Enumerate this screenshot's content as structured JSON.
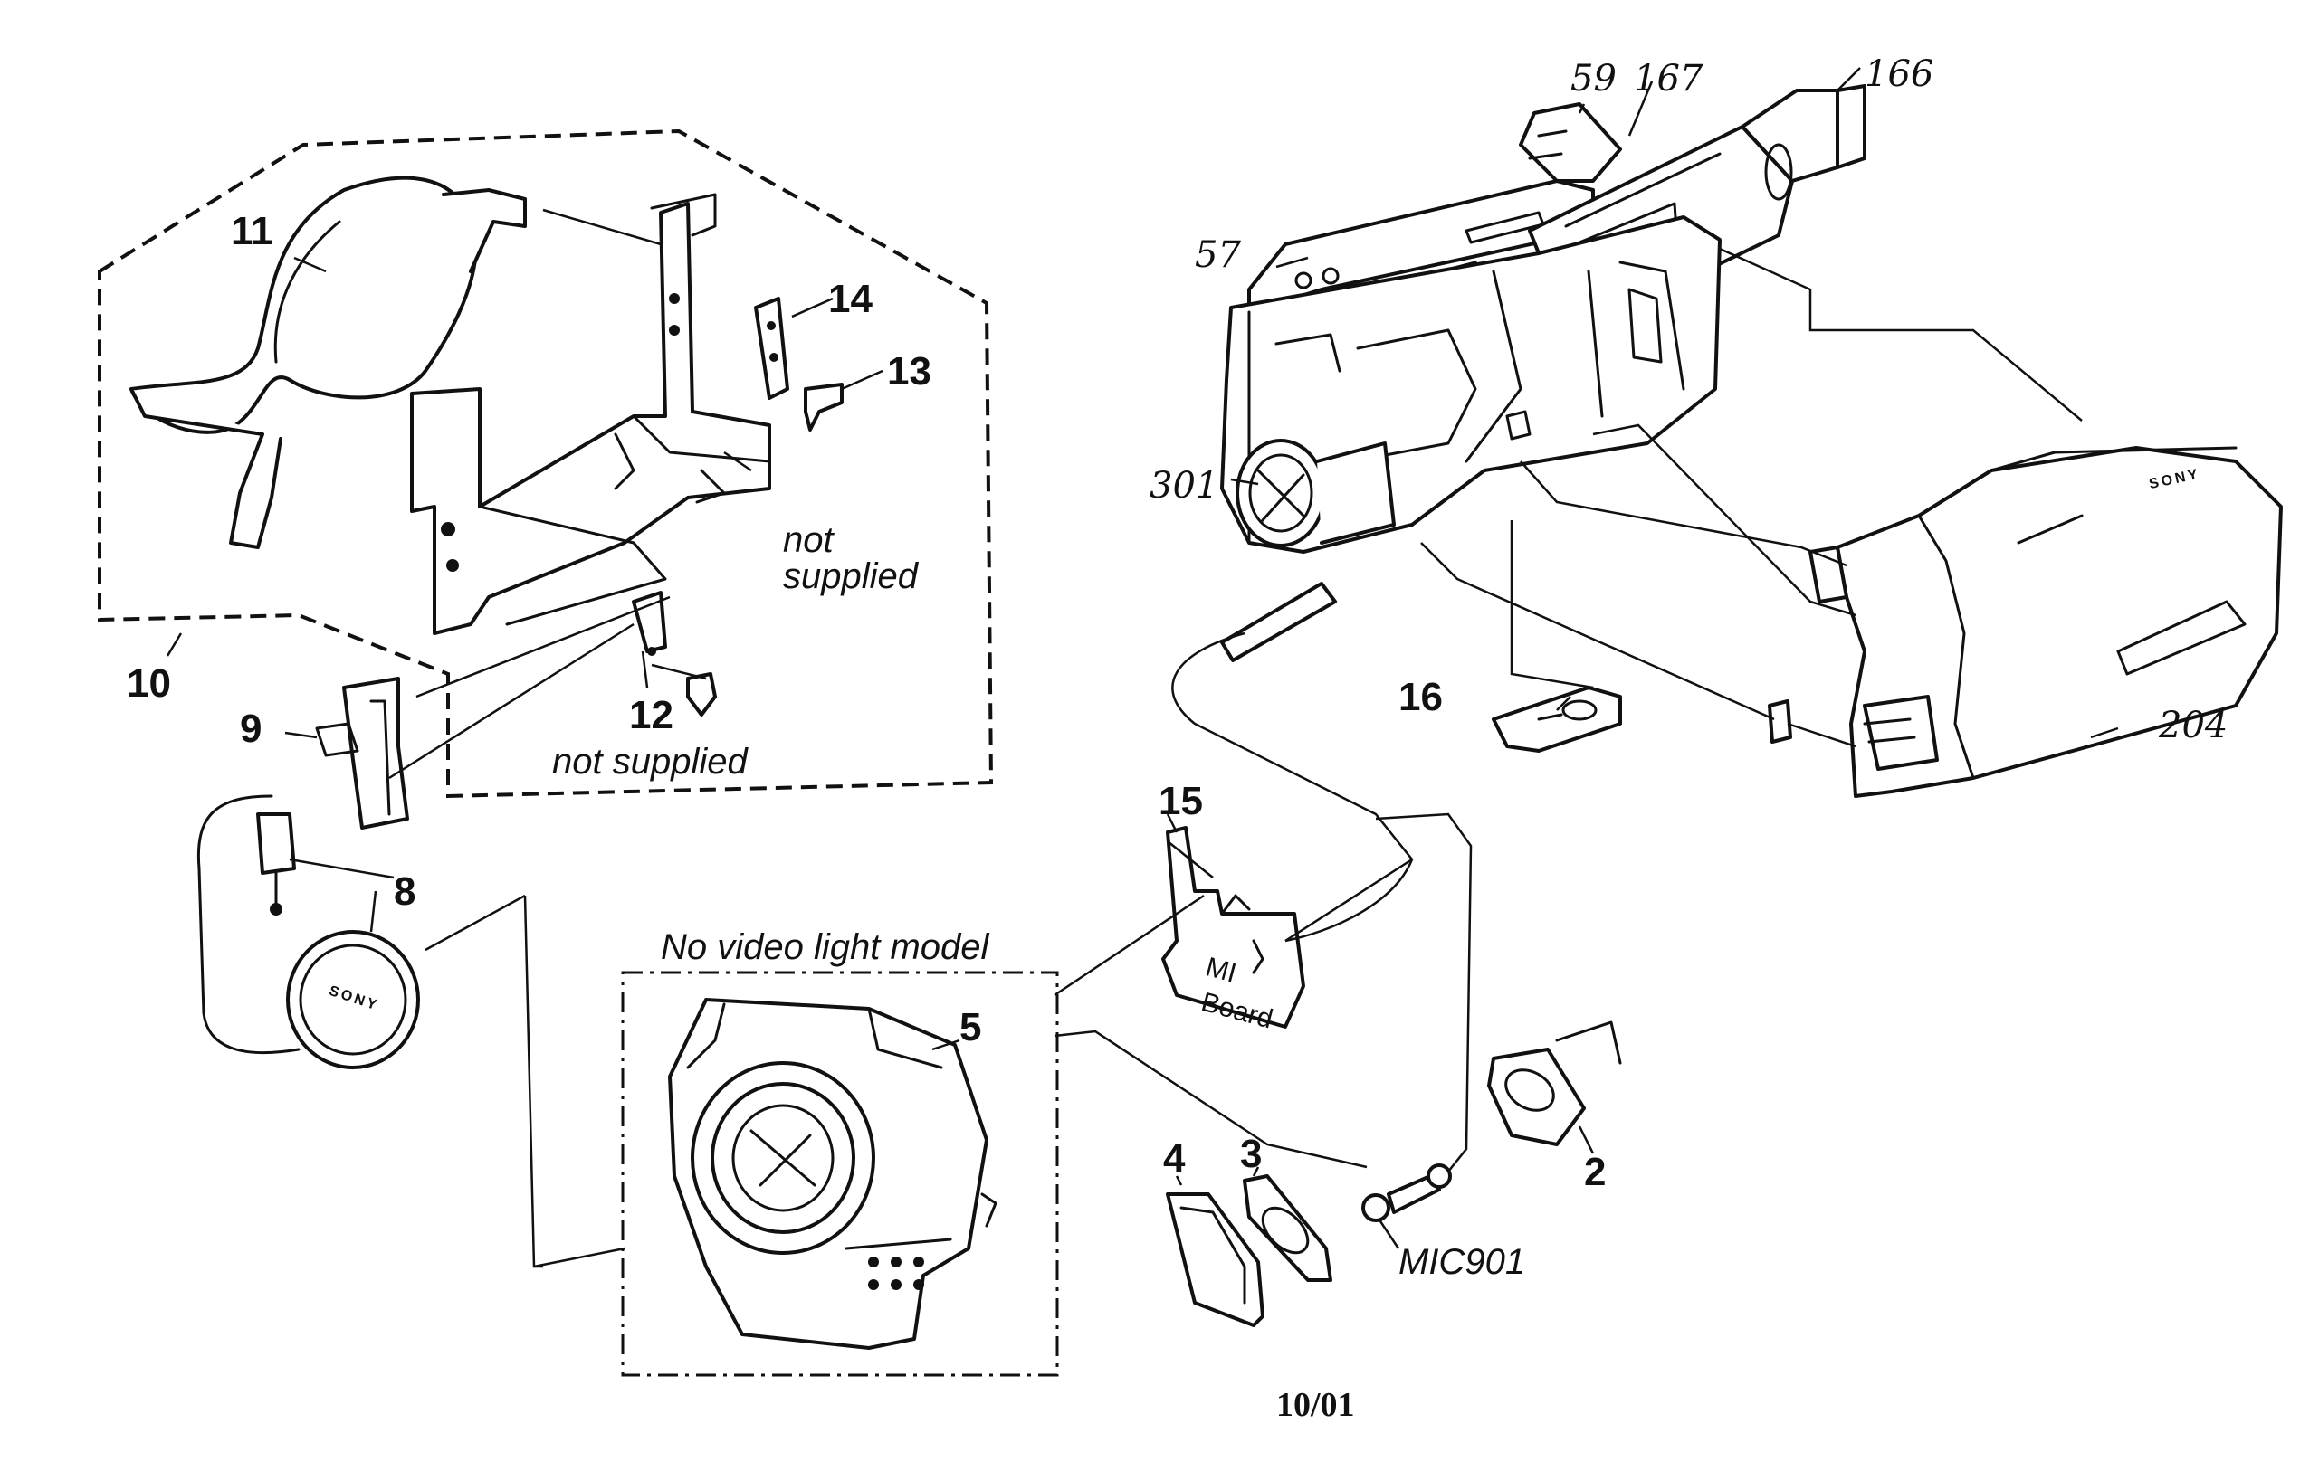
{
  "labels": {
    "p2": "2",
    "p3": "3",
    "p4": "4",
    "p5": "5",
    "p8": "8",
    "p9": "9",
    "p10": "10",
    "p11": "11",
    "p12": "12",
    "p13": "13",
    "p14": "14",
    "p15": "15",
    "p16": "16",
    "p57": "57",
    "p59": "59",
    "p166": "166",
    "p167": "167",
    "p204": "204",
    "p301": "301",
    "mic": "MIC901"
  },
  "notes": {
    "not_supplied_1a": "not",
    "not_supplied_1b": "supplied",
    "not_supplied_2": "not supplied",
    "no_video_light": "No video light model"
  },
  "board_text": {
    "line1": "MI",
    "line2": "Board"
  },
  "brand_text": "SONY",
  "footer_date": "10/01"
}
